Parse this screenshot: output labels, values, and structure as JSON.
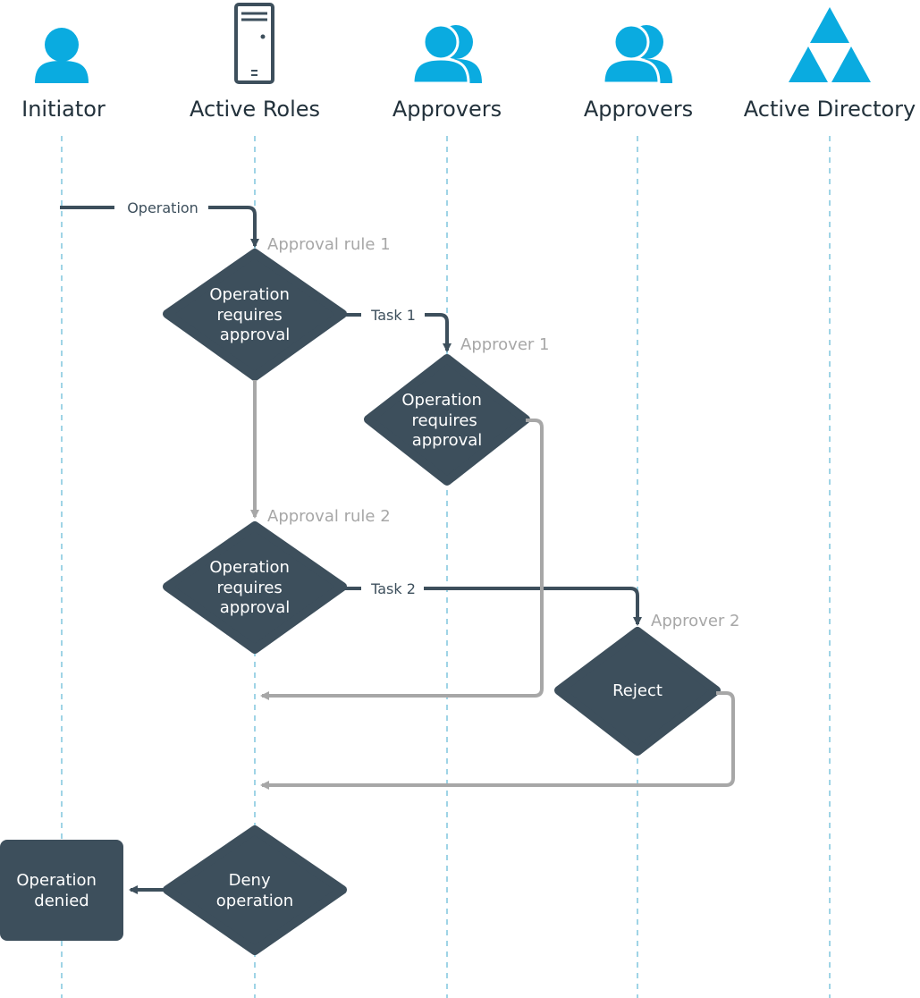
{
  "lanes": {
    "initiator": "Initiator",
    "active_roles": "Active Roles",
    "approvers_1": "Approvers",
    "approvers_2": "Approvers",
    "active_directory": "Active Directory"
  },
  "icons": {
    "initiator": "person-icon",
    "active_roles": "server-icon",
    "approvers_1": "user-group-icon",
    "approvers_2": "user-group-icon",
    "active_directory": "active-directory-triangle-icon"
  },
  "flow": {
    "operation_label": "Operation",
    "approval_rule_1": "Approval rule 1",
    "approval_rule_2": "Approval rule 2",
    "task_1": "Task 1",
    "task_2": "Task 2",
    "approver_1": "Approver 1",
    "approver_2": "Approver 2"
  },
  "nodes": {
    "rule1": [
      "Operation",
      "requires",
      "approval"
    ],
    "rule2": [
      "Operation",
      "requires",
      "approval"
    ],
    "approver1": [
      "Operation",
      "requires",
      "approval"
    ],
    "reject": "Reject",
    "deny": [
      "Deny",
      "operation"
    ],
    "denied": [
      "Operation",
      "denied"
    ]
  },
  "colors": {
    "node_fill": "#3d4f5c",
    "accent_blue": "#0aabe0",
    "lane_line": "#9fd4e6",
    "gray_arrow": "#a7a7a7"
  }
}
